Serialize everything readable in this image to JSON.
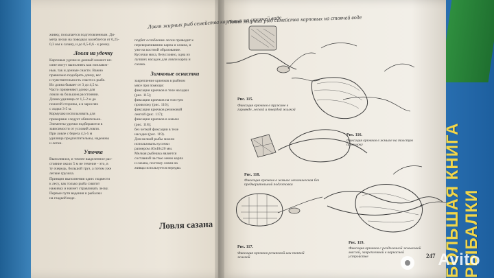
{
  "page": {
    "header_left": "Ловля жирных рыб семейства карповых на стоячей воде",
    "header_right": "Ловля жирных рыб семейства карповых на стоячей воде",
    "page_number": "247"
  },
  "left_column": {
    "lines": [
      "живку, посыпается подготовленным. Ди-",
      "метр лески на поводках колеблется от 0,25-",
      "0,3 мм к сазану, и до 0,5-0,6 - к ренну.",
      "Ловля на удочку",
      "Карповые удочки в данный момент вп-",
      "олне могут выполнять как поплавоч-",
      "ные, так и донные снасти. Важно",
      "правильно подобрать длину, вес",
      "и чувствительность снасти к рыбе.",
      "Их длина бывает от 3 до 4,5 м.",
      "Часто применяют донки для",
      "ловли на большом расстоянии.",
      "Длина удилища от 1,5-2 м до",
      "пологой стороны, а в зарослях",
      "с лодки 3-5 м.",
      "Кормушки использовать для",
      "прикормки следует обязательно.",
      "Элементы удочки подбираются в",
      "зависимости от условий ловли.",
      "При ловле с берега 4,5-5 м",
      "удилища предпочтительны, надежны",
      "и легки.",
      "Уточка",
      "Выполнялся, и точнее выделенное рас-",
      "стояние около 5 м не течение - это, в",
      "ту очередь, большой груз, а потом уже",
      "легкие грузила.",
      "Принцип выполнения один: подвести",
      "к лесу, как только рыба схватит",
      "наживку и начнет стравливать леску.",
      "Первые пути ведения и рыбалки",
      "на гладкой воде."
    ],
    "section_titles": [
      "Ловля на удочку",
      "Уточка"
    ]
  },
  "middle_column": {
    "lines": [
      "подбят ослабление лески приводит к",
      "переворачиванию карпа и сазана, и",
      "уже на костной образование.",
      "Кусочки мяса, безусловно, одна из",
      "лучших насадок для ловли карпа и",
      "сазана.",
      "Зимковые оснастки",
      "закрепление крючков в рыбном",
      "мясе при помощи:",
      "фиксация крючков в теле насадки",
      "(рис. 115);",
      "фиксация крючков на толстую",
      "проволоку (рис. 116);",
      "фиксация крючков резиновой",
      "лентой (рис. 117);",
      "фиксация крючков в жмыхе",
      "(рис. 118);",
      "без четкой фиксации в теле",
      "насадки (рис. 119).",
      "Для мелкой рыбы можно",
      "использовать кусочки",
      "размером 40x40x20 мм.",
      "Ловля сазана",
      "Мелкая рыбешка является",
      "составной частью меню карпа",
      "и сазана, поэтому ловля на",
      "живца используется нередко."
    ],
    "section_titles": [
      "Зимковые оснастки"
    ]
  },
  "figures": [
    {
      "label": "Рис. 115.",
      "caption": "Фиксация крючков в пружине в гирлянде, леской и твердой жилкой"
    },
    {
      "label": "Рис. 116.",
      "caption": "Фиксация крючков в жмыхе на толстую проволоку"
    },
    {
      "label": "Рис. 117.",
      "caption": "Фиксация крючков резиновой или тонкой жилкой"
    },
    {
      "label": "Рис. 118.",
      "caption": "Фиксация крючков в жмыхе механическая без предварительной подготовки"
    },
    {
      "label": "Рис. 119.",
      "caption": "Фиксация крючков с разделочной жмыховой массой, закрепленной в каркасной устройстве"
    }
  ],
  "section_title_large": "Ловля сазана",
  "book_spine_text": "БОЛЬШАЯ КНИГА РЫБАЛКИ",
  "watermark": "Avito"
}
